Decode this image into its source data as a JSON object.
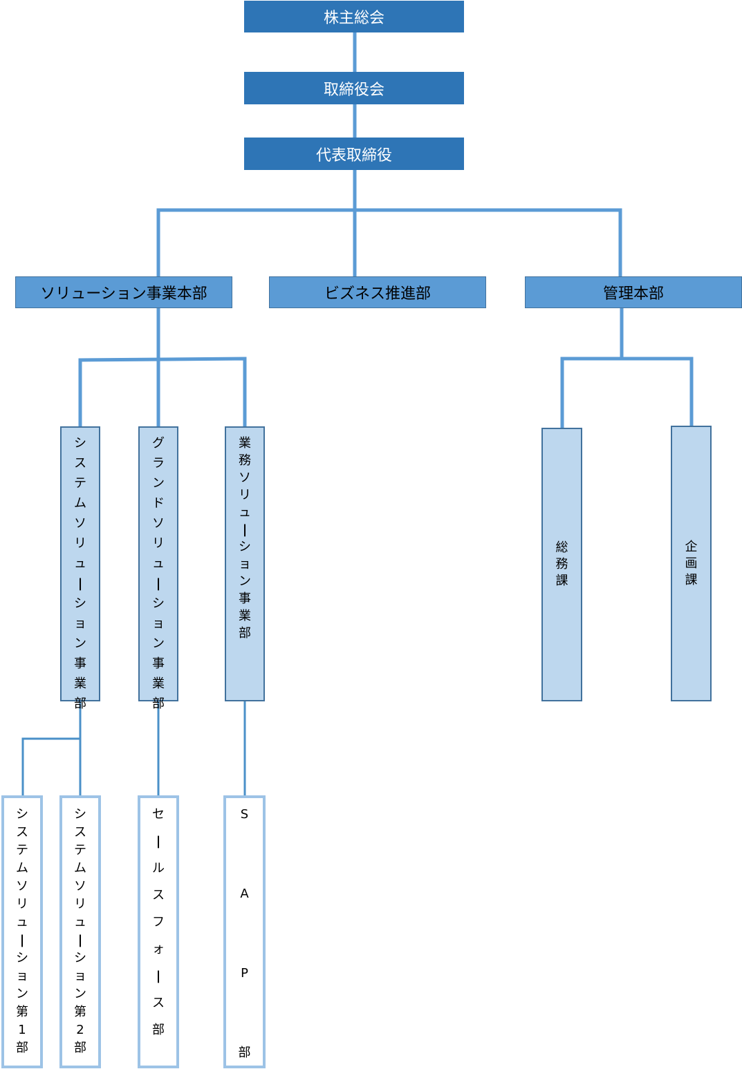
{
  "org_chart": {
    "shareholders": "株主総会",
    "board": "取締役会",
    "ceo": "代表取締役",
    "divisions": {
      "solutions": "ソリューション事業本部",
      "business_promotion": "ビズネス推進部",
      "management": "管理本部"
    },
    "departments": {
      "system_solutions": "システムソリューション事業部",
      "grand_solutions": "グランドソリューション事業部",
      "business_solutions": "業務ソリューション事業部",
      "general_affairs": "総務課",
      "planning": "企画課"
    },
    "units": {
      "system_solutions_1": "システムソリューション第1部",
      "system_solutions_2": "システムソリューション第2部",
      "salesforce": "セールスフォース部",
      "sap": "SAP部"
    }
  },
  "colors": {
    "top_box": "#2E75B6",
    "division_box": "#5B9BD5",
    "department_box": "#BDD7EE",
    "unit_border": "#9DC3E6",
    "connector": "#5B9BD5"
  }
}
